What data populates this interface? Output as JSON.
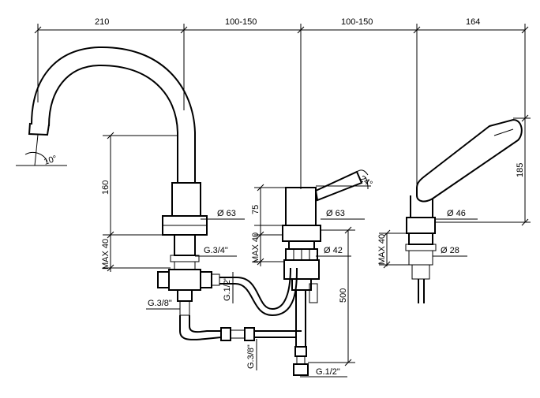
{
  "drawing": {
    "top_dims": [
      "210",
      "100-150",
      "100-150",
      "164"
    ],
    "angle_spout": "10°",
    "angle_lever": "24°",
    "height_spout": "160",
    "max_left": "MAX 40",
    "dia_spout": "Ø 63",
    "thread_g34": "G.3/4\"",
    "thread_g12_v": "G.1/2\"",
    "thread_g38_left": "G.3/8\"",
    "height_mixer": "75",
    "max_mid": "MAX 40",
    "dia_mixer": "Ø 63",
    "dia_mixer_base": "Ø 42",
    "thread_g38_v": "G.3/8\"",
    "length_500": "500",
    "thread_g12_bottom": "G.1/2\"",
    "height_shower": "185",
    "dia_shower": "Ø 46",
    "max_right": "MAX 40",
    "dia_shower_base": "Ø 28"
  }
}
